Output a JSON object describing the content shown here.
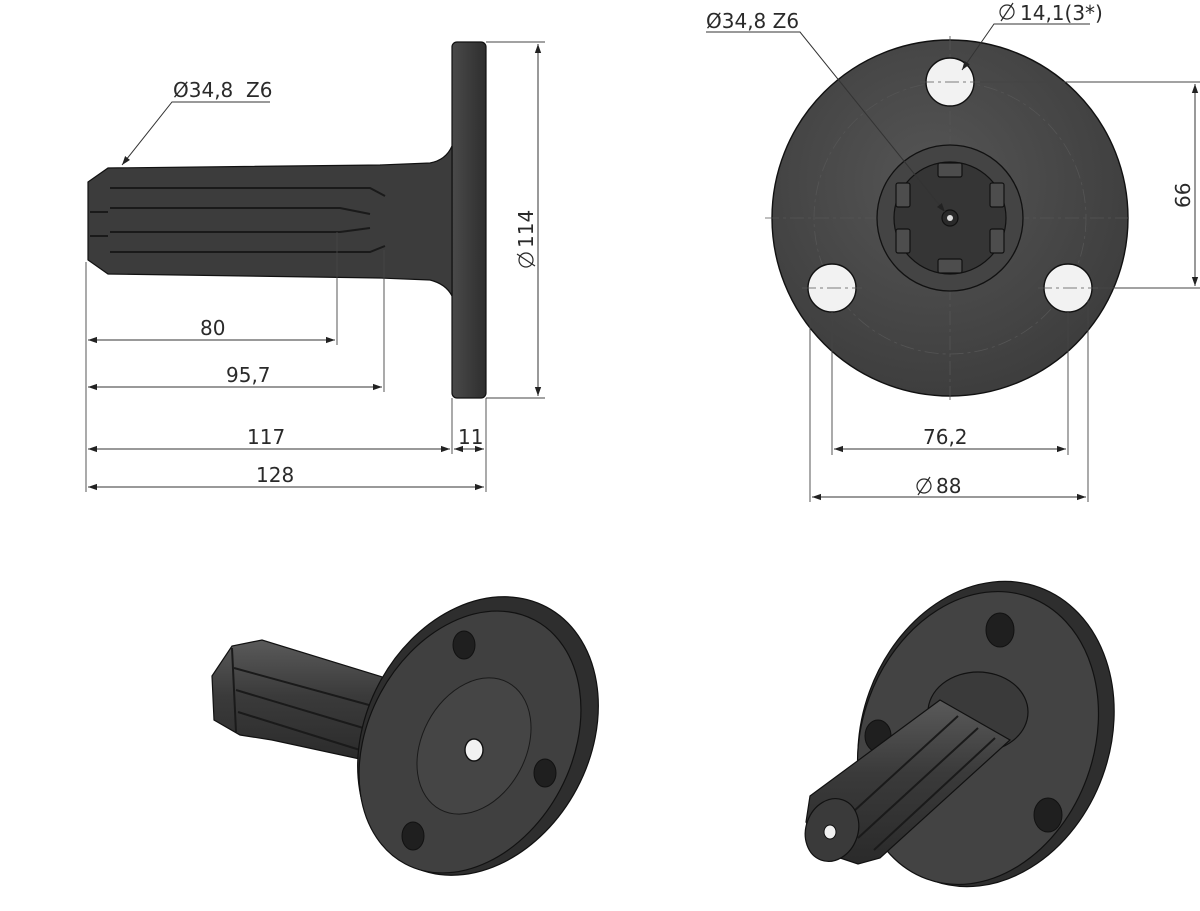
{
  "drawing": {
    "side_view": {
      "spline_label": "Ø34,8  Z6",
      "flange_diameter": "114",
      "dim_spline_length": "80",
      "dim_shaft_to_fillet": "95,7",
      "dim_shaft_length": "117",
      "dim_flange_thickness": "11",
      "dim_total_length": "128"
    },
    "front_view": {
      "spline_label": "Ø34,8 Z6",
      "hole_label": "14,1(3*)",
      "dim_hole_vertical": "66",
      "dim_hole_spacing": "76,2",
      "flange_diameter": "88"
    }
  },
  "colors": {
    "part_body": "#3c3c3c",
    "outline": "#111111",
    "dimension_lines": "#333333"
  }
}
